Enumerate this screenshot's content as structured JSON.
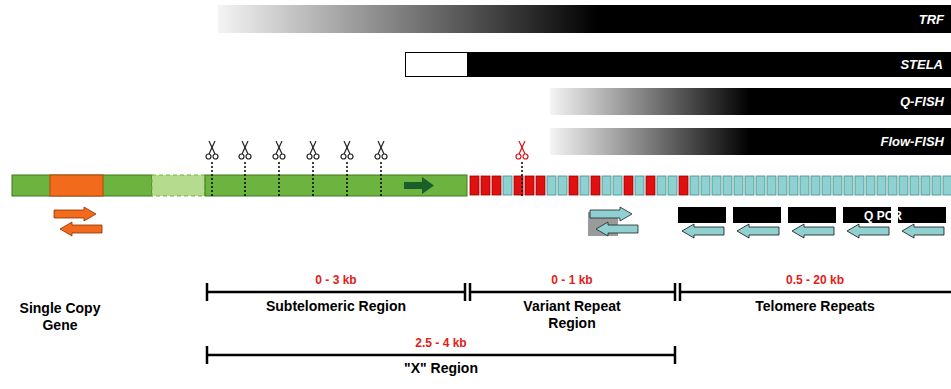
{
  "diagram": {
    "nodes": [
      {
        "text": [
          "TRF"
        ]
      },
      {
        "text": [
          "STELA"
        ]
      },
      {
        "text": [
          "Q-FISH"
        ]
      },
      {
        "text": [
          "Flow-FISH"
        ]
      }
    ],
    "labels": [
      "Single Copy Gene",
      "0 - 3 kb",
      "Subtelomeric Region",
      "0 - 1 kb",
      "Variant Repeat Region",
      "0.5 - 20 kb",
      "Telomere Repeats",
      "2.5 - 4 kb",
      "\"X\" Region",
      "Q PCR"
    ]
  }
}
